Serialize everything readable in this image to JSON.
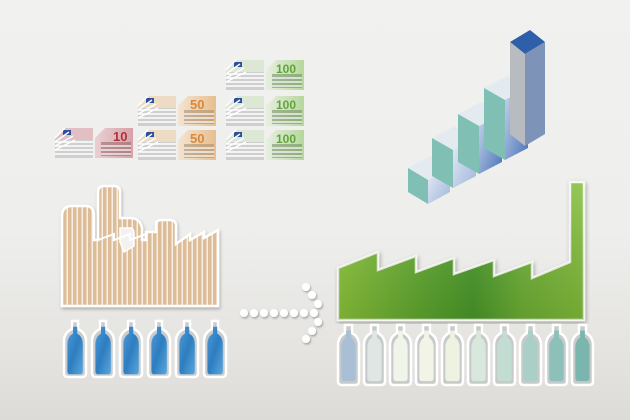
{
  "scene": {
    "description": "Illustration: small wooden factory producing few blue bottles transforms into large green factory producing many bottles, with rising money stacks and growth bar chart",
    "background_color": "#efefed"
  },
  "money": {
    "stacks": [
      {
        "denomination": "10",
        "rows": 1,
        "color": "#c0707a",
        "accent": "#b2303c"
      },
      {
        "denomination": "50",
        "rows": 2,
        "color": "#e8a869",
        "accent": "#d9883a"
      },
      {
        "denomination": "100",
        "rows": 3,
        "color": "#8fbf6a",
        "accent": "#5fa63a"
      }
    ],
    "labels": {
      "ten": "10",
      "fifty": "50",
      "hundred": "100"
    }
  },
  "growth_chart": {
    "bars": 5,
    "top_color": "#2e5fa8",
    "side_color": "#b8bcc0",
    "front_color": "#7d9ed0"
  },
  "old_factory": {
    "material": "wood",
    "color": "#d9b894",
    "bottles": 6,
    "bottle_color": "#3a86c8"
  },
  "arrow": {
    "style": "dotted",
    "direction": "right",
    "color": "#ffffff"
  },
  "new_factory": {
    "material": "green",
    "color": "#6fb52e",
    "bottles": 10,
    "bottle_colors": [
      "#a9bfd6",
      "#dfe6e3",
      "#f1f4e8",
      "#f2f5e6",
      "#eef2e0",
      "#d8e8dc",
      "#c4ddd3",
      "#a9cfc6",
      "#8dc0b9",
      "#7ab6ad"
    ]
  }
}
